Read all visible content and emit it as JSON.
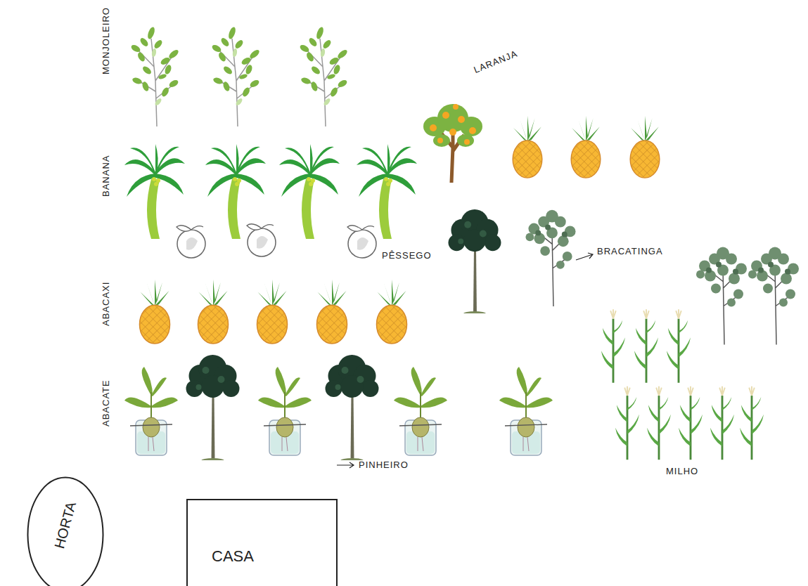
{
  "diagram": {
    "nodes": [
      {
        "text": [
          "HORTA"
        ]
      },
      {
        "text": [
          "CASA"
        ]
      }
    ],
    "labels": [
      "MONJOLEIRO",
      "LARANJA",
      "BANANA",
      "PÊSSEGO",
      "BRACATINGA",
      "ABACAXI",
      "ABACATE",
      "PINHEIRO",
      "MILHO"
    ]
  }
}
